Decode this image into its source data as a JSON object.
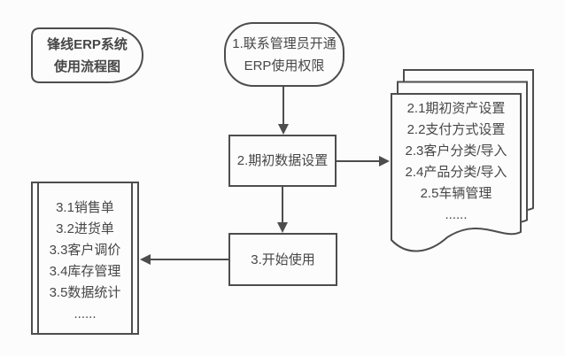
{
  "colors": {
    "background": "#fcfcfc",
    "stroke": "#4d4d4d",
    "text": "#474747"
  },
  "title_card": {
    "line1": "锋线ERP系统",
    "line2": "使用流程图"
  },
  "step1_terminator": {
    "line1": "1.联系管理员开通",
    "line2": "ERP使用权限"
  },
  "step2_process": {
    "label": "2.期初数据设置"
  },
  "step3_process": {
    "label": "3.开始使用"
  },
  "setup_document": {
    "items": [
      "2.1期初资产设置",
      "2.2支付方式设置",
      "2.3客户分类/导入",
      "2.4产品分类/导入",
      "2.5车辆管理",
      "......"
    ]
  },
  "modules_list": {
    "items": [
      "3.1销售单",
      "3.2进货单",
      "3.3客户调价",
      "3.4库存管理",
      "3.5数据统计",
      "......"
    ]
  }
}
